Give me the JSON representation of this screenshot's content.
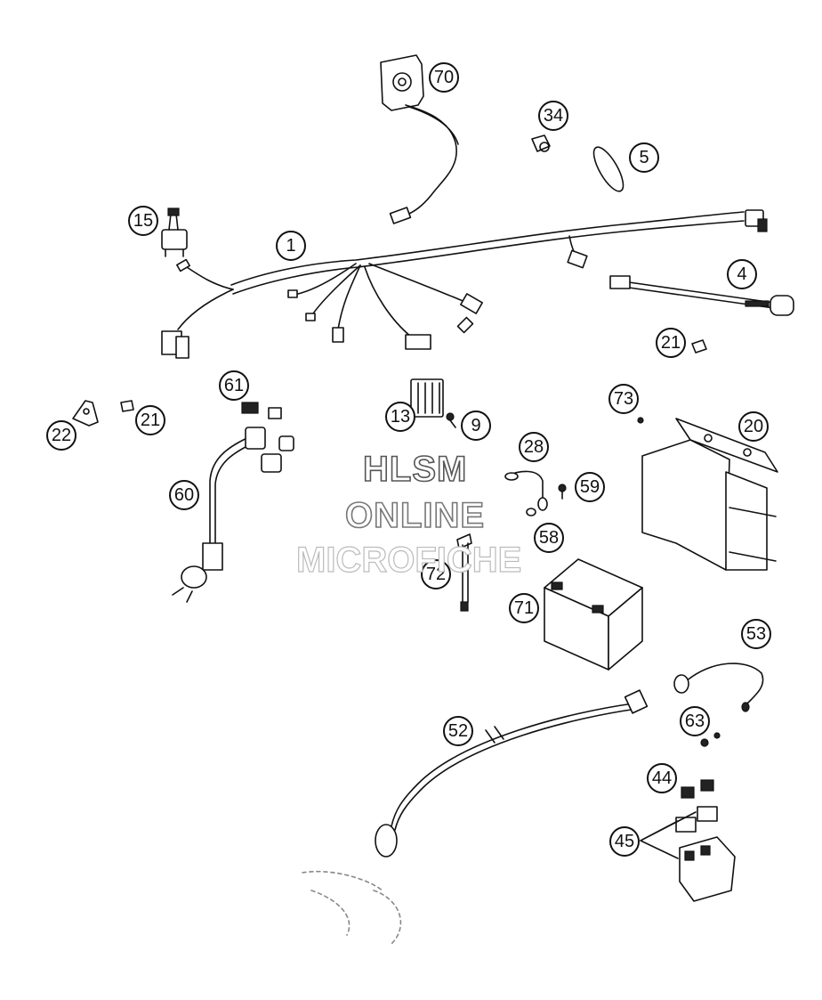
{
  "watermark": {
    "line1": "HLSM",
    "line2": "ONLINE",
    "line3": "MICROFICHE"
  },
  "callouts": [
    {
      "id": "c70",
      "label": "70"
    },
    {
      "id": "c34",
      "label": "34"
    },
    {
      "id": "c5",
      "label": "5"
    },
    {
      "id": "c15",
      "label": "15"
    },
    {
      "id": "c1",
      "label": "1"
    },
    {
      "id": "c4",
      "label": "4"
    },
    {
      "id": "c21a",
      "label": "21"
    },
    {
      "id": "c61",
      "label": "61"
    },
    {
      "id": "c73",
      "label": "73"
    },
    {
      "id": "c20",
      "label": "20"
    },
    {
      "id": "c22",
      "label": "22"
    },
    {
      "id": "c21b",
      "label": "21"
    },
    {
      "id": "c13",
      "label": "13"
    },
    {
      "id": "c9",
      "label": "9"
    },
    {
      "id": "c28",
      "label": "28"
    },
    {
      "id": "c59",
      "label": "59"
    },
    {
      "id": "c60",
      "label": "60"
    },
    {
      "id": "c58",
      "label": "58"
    },
    {
      "id": "c72",
      "label": "72"
    },
    {
      "id": "c71",
      "label": "71"
    },
    {
      "id": "c53",
      "label": "53"
    },
    {
      "id": "c52",
      "label": "52"
    },
    {
      "id": "c63",
      "label": "63"
    },
    {
      "id": "c44",
      "label": "44"
    },
    {
      "id": "c45",
      "label": "45"
    }
  ]
}
